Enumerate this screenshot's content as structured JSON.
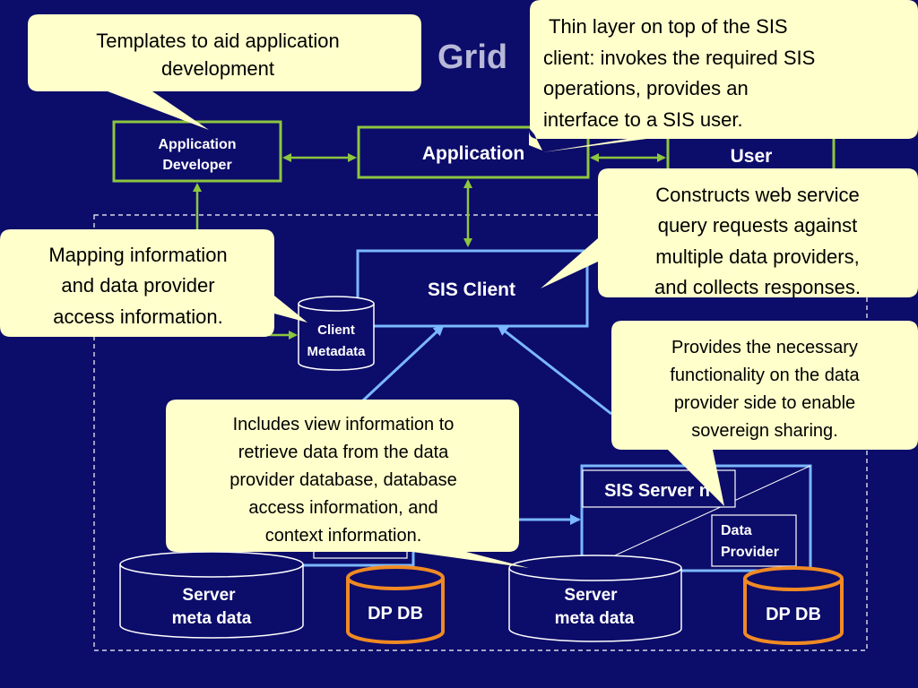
{
  "title": "Grid",
  "boxes": {
    "app_developer": [
      "Application",
      "Developer"
    ],
    "application": "Application",
    "user": "User",
    "sis_client": "SIS Client",
    "client_metadata": [
      "Client",
      "Metadata"
    ],
    "sis_server_n": "SIS Server n",
    "data_provider": [
      "Data",
      "Provider"
    ],
    "server_meta_left": [
      "Server",
      "meta data"
    ],
    "server_meta_right": [
      "Server",
      "meta data"
    ],
    "dp_db_left": "DP DB",
    "dp_db_right": "DP DB"
  },
  "callouts": {
    "templates": [
      "Templates to aid application",
      "development"
    ],
    "thin_layer": [
      "Thin layer on top of the SIS",
      "client: invokes the required SIS",
      "operations, provides an",
      "interface to a SIS user."
    ],
    "mapping": [
      "Mapping information",
      "and data provider",
      "access information."
    ],
    "constructs": [
      "Constructs web service",
      "query requests against",
      "multiple data providers,",
      "and collects responses."
    ],
    "provides": [
      "Provides the necessary",
      "functionality on the data",
      "provider side to enable",
      "sovereign sharing."
    ],
    "includes": [
      "Includes view information to",
      "retrieve data from the data",
      "provider database, database",
      "access information, and",
      "context information."
    ]
  },
  "colors": {
    "background": "#0c0c6a",
    "green": "#8dc63f",
    "blue": "#7ab8ff",
    "orange": "#f08a24",
    "callout_fill": "#ffffcc"
  }
}
